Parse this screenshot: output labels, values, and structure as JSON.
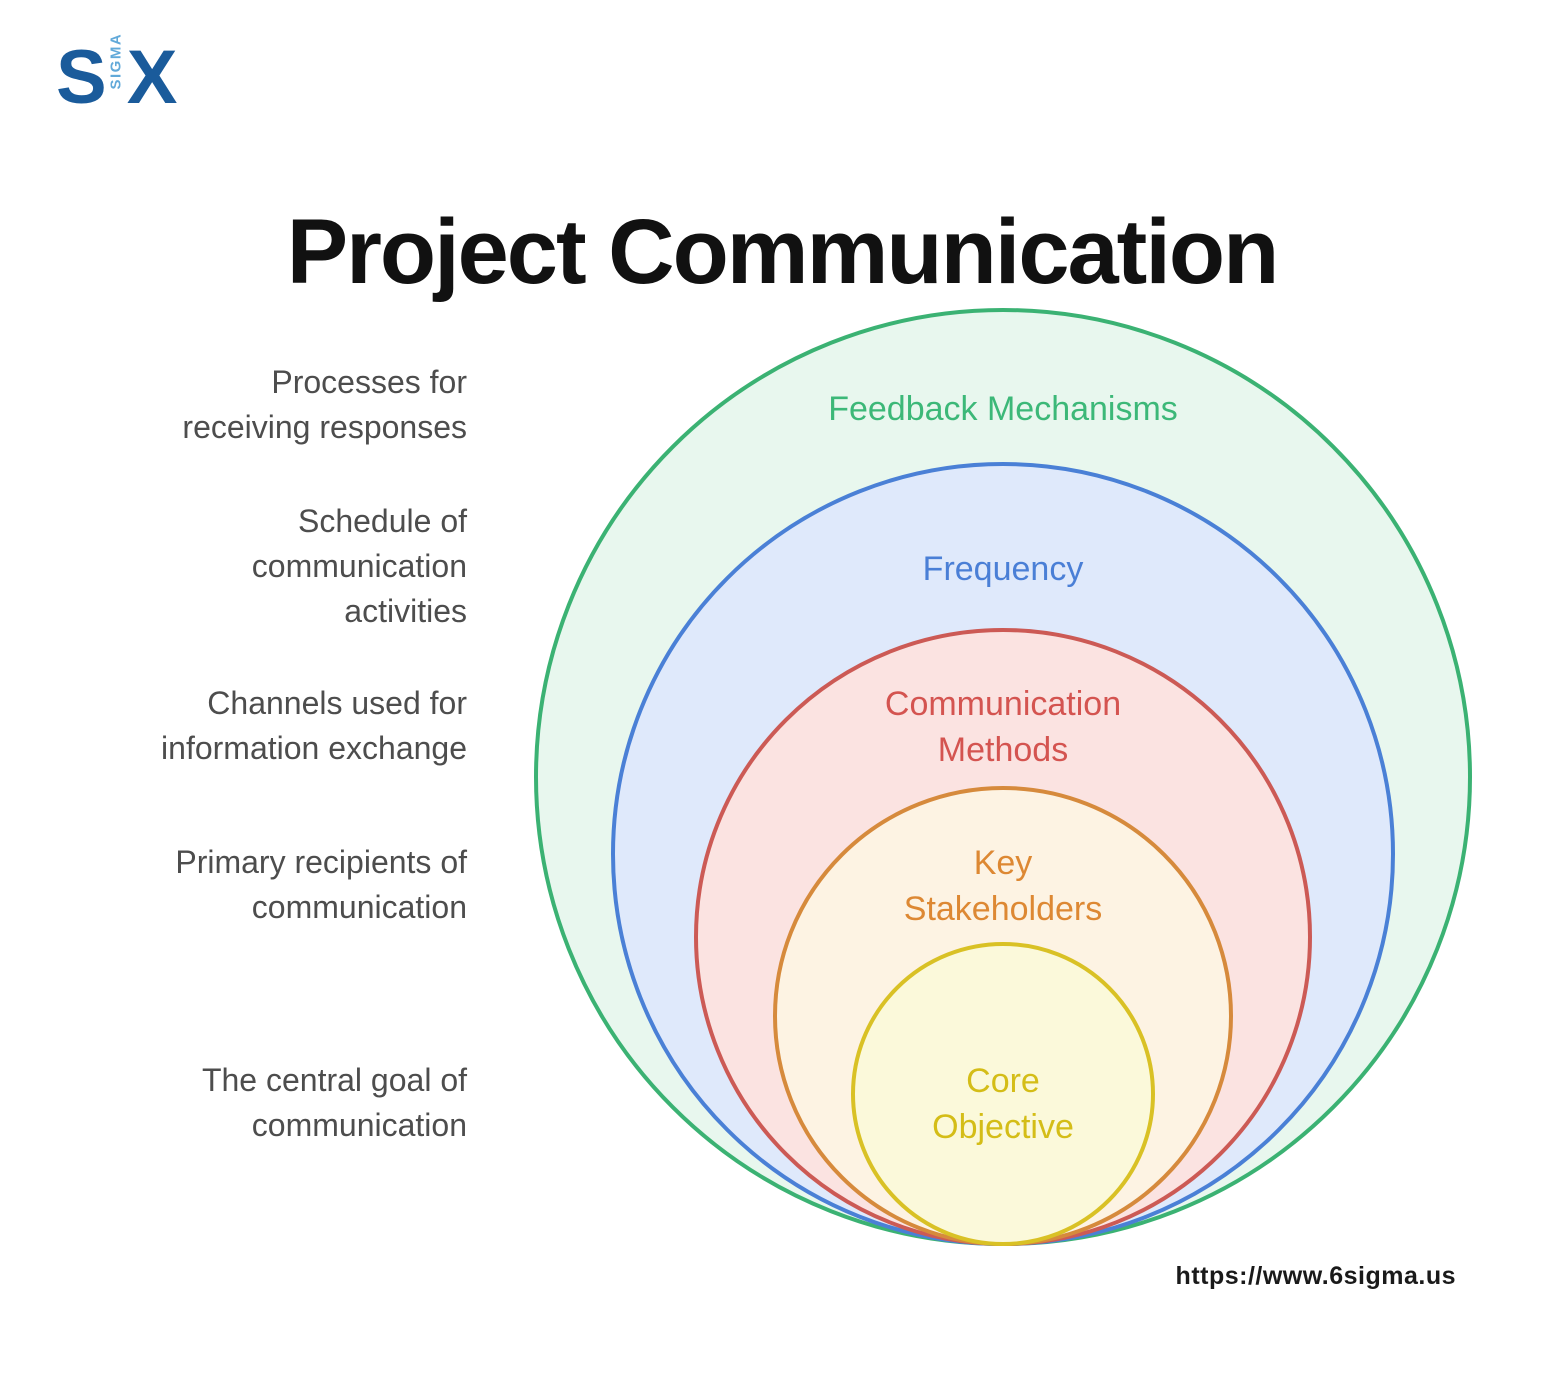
{
  "logo": {
    "part_s": "S",
    "part_sigma": "SIGMA",
    "part_x": "X",
    "color_dark": "#1a5b9b",
    "color_light": "#61a9d9"
  },
  "title": {
    "text": "Project Communication"
  },
  "descriptions": [
    {
      "text": "Processes for\nreceiving responses"
    },
    {
      "text": "Schedule of\ncommunication\nactivities"
    },
    {
      "text": "Channels used for\ninformation exchange"
    },
    {
      "text": "Primary recipients of\ncommunication"
    },
    {
      "text": "The central goal of\ncommunication"
    }
  ],
  "diagram": {
    "rings": [
      {
        "label": "Feedback Mechanisms",
        "stroke": "#3bb273",
        "fill": "#e8f7ee",
        "label_color": "#3cb878"
      },
      {
        "label": "Frequency",
        "stroke": "#4a80d6",
        "fill": "#dfe9fb",
        "label_color": "#4a7fd6"
      },
      {
        "label": "Communication\nMethods",
        "stroke": "#cc5a55",
        "fill": "#fbe3e1",
        "label_color": "#d45450"
      },
      {
        "label": "Key\nStakeholders",
        "stroke": "#d68a3c",
        "fill": "#fdf3e3",
        "label_color": "#dd8833"
      },
      {
        "label": "Core\nObjective",
        "stroke": "#d9c125",
        "fill": "#fbf9da",
        "label_color": "#d4bd17"
      }
    ]
  },
  "footer": {
    "url": "https://www.6sigma.us"
  }
}
